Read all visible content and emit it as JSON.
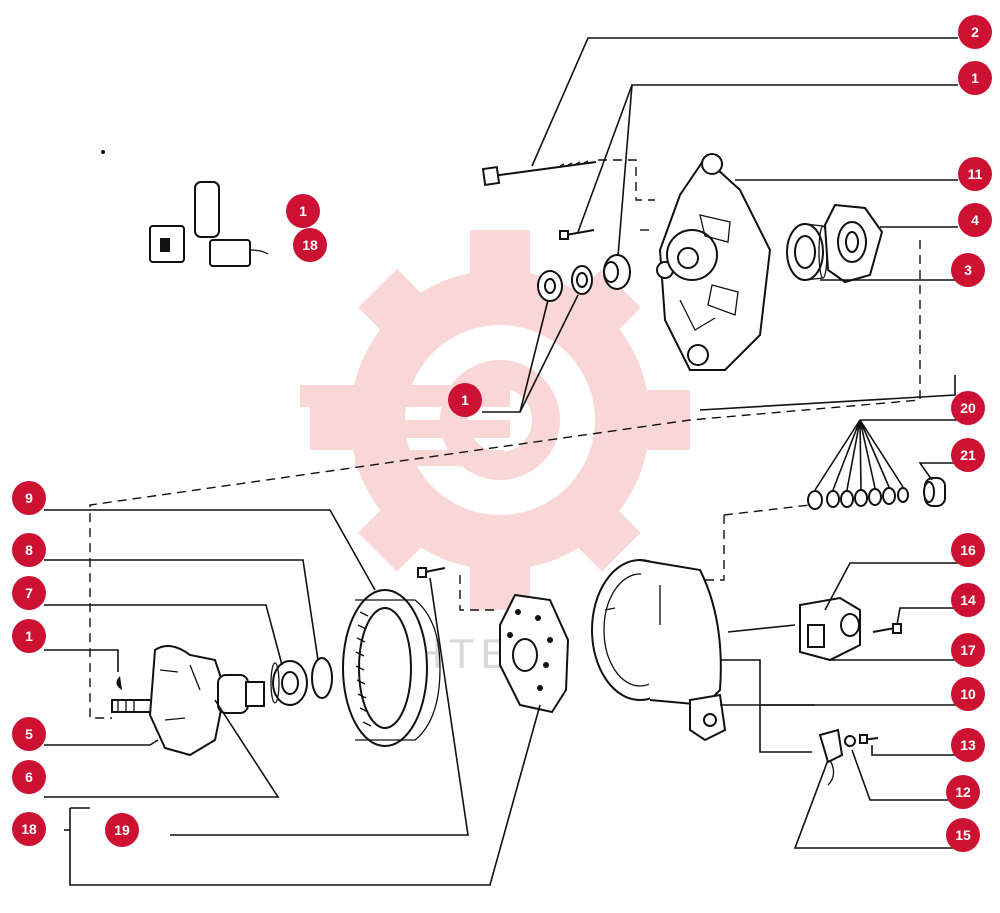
{
  "colors": {
    "callout": "#cc1133",
    "callout_text": "#ffffff",
    "line": "#111111",
    "watermark": "#f4b3b3"
  },
  "watermark": {
    "text": "MHTEX",
    "icon": "gear-logo-watermark"
  },
  "callouts": [
    {
      "id": "c-2-top",
      "label": "2"
    },
    {
      "id": "c-1-top",
      "label": "1"
    },
    {
      "id": "c-11",
      "label": "11"
    },
    {
      "id": "c-4",
      "label": "4"
    },
    {
      "id": "c-3",
      "label": "3"
    },
    {
      "id": "c-1-inset",
      "label": "1"
    },
    {
      "id": "c-18-inset",
      "label": "18"
    },
    {
      "id": "c-1-mid",
      "label": "1"
    },
    {
      "id": "c-20",
      "label": "20"
    },
    {
      "id": "c-21",
      "label": "21"
    },
    {
      "id": "c-9",
      "label": "9"
    },
    {
      "id": "c-8",
      "label": "8"
    },
    {
      "id": "c-16",
      "label": "16"
    },
    {
      "id": "c-7",
      "label": "7"
    },
    {
      "id": "c-14",
      "label": "14"
    },
    {
      "id": "c-1-left",
      "label": "1"
    },
    {
      "id": "c-17",
      "label": "17"
    },
    {
      "id": "c-10",
      "label": "10"
    },
    {
      "id": "c-5",
      "label": "5"
    },
    {
      "id": "c-13",
      "label": "13"
    },
    {
      "id": "c-6",
      "label": "6"
    },
    {
      "id": "c-12",
      "label": "12"
    },
    {
      "id": "c-18-bottom",
      "label": "18"
    },
    {
      "id": "c-19",
      "label": "19"
    },
    {
      "id": "c-15",
      "label": "15"
    }
  ]
}
